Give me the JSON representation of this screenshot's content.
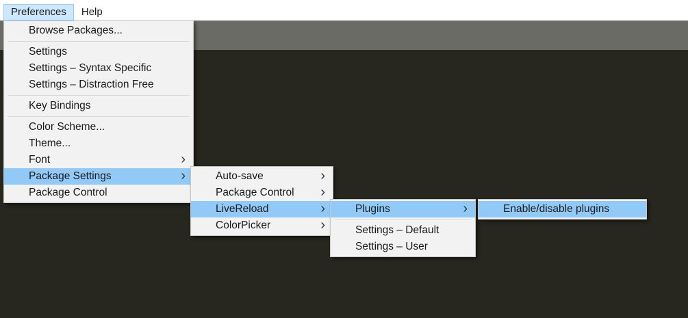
{
  "menubar": {
    "items": [
      {
        "label": "Preferences",
        "active": true
      },
      {
        "label": "Help",
        "active": false
      }
    ]
  },
  "menus": {
    "preferences": {
      "items": [
        {
          "label": "Browse Packages..."
        },
        {
          "type": "separator"
        },
        {
          "label": "Settings"
        },
        {
          "label": "Settings – Syntax Specific"
        },
        {
          "label": "Settings – Distraction Free"
        },
        {
          "type": "separator"
        },
        {
          "label": "Key Bindings"
        },
        {
          "type": "separator"
        },
        {
          "label": "Color Scheme..."
        },
        {
          "label": "Theme..."
        },
        {
          "label": "Font",
          "submenu": true
        },
        {
          "label": "Package Settings",
          "submenu": true,
          "highlighted": true
        },
        {
          "label": "Package Control"
        }
      ]
    },
    "package_settings": {
      "items": [
        {
          "label": "Auto-save",
          "submenu": true
        },
        {
          "label": "Package Control",
          "submenu": true
        },
        {
          "label": "LiveReload",
          "submenu": true,
          "highlighted": true
        },
        {
          "label": "ColorPicker",
          "submenu": true
        }
      ]
    },
    "livereload": {
      "items": [
        {
          "label": "Plugins",
          "submenu": true,
          "highlighted": true
        },
        {
          "type": "separator"
        },
        {
          "label": "Settings – Default"
        },
        {
          "label": "Settings – User"
        }
      ]
    },
    "plugins": {
      "items": [
        {
          "label": "Enable/disable plugins",
          "highlighted": true
        }
      ]
    }
  },
  "icons": {
    "submenu_arrow": "›"
  },
  "colors": {
    "menubar_bg": "#ffffff",
    "menubar_highlight_fill": "#cce8ff",
    "menubar_highlight_border": "#9bcdf0",
    "gray_bar": "#6b6b66",
    "editor_bg": "#27271f",
    "menu_bg": "#f2f2f2",
    "menu_border": "#c6c6c6",
    "menu_highlight": "#91c9f7",
    "text": "#1a1a1a"
  }
}
